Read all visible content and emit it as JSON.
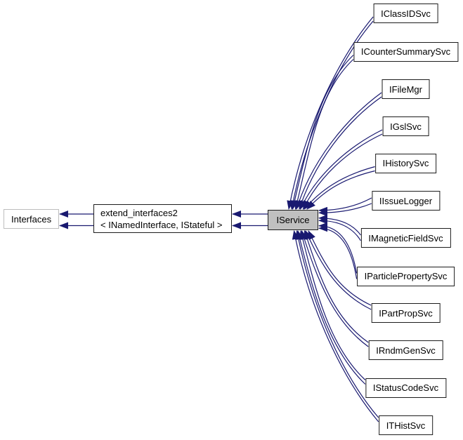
{
  "diagram": {
    "background_color": "#ffffff",
    "edge_color": "#191970",
    "selected_node_fill": "#c0c0c0",
    "nodes": {
      "interfaces": {
        "label": "Interfaces",
        "border": "#bdbdbd",
        "fill": "#ffffff"
      },
      "extend_interfaces2": {
        "line1": "extend_interfaces2",
        "line2": "< INamedInterface, IStateful >",
        "border": "#1c1c1c",
        "fill": "#ffffff"
      },
      "iservice": {
        "label": "IService",
        "border": "#1c1c1c",
        "fill": "#c0c0c0"
      },
      "derived": [
        {
          "label": "IClassIDSvc"
        },
        {
          "label": "ICounterSummarySvc"
        },
        {
          "label": "IFileMgr"
        },
        {
          "label": "IGslSvc"
        },
        {
          "label": "IHistorySvc"
        },
        {
          "label": "IIssueLogger"
        },
        {
          "label": "IMagneticFieldSvc"
        },
        {
          "label": "IParticlePropertySvc"
        },
        {
          "label": "IPartPropSvc"
        },
        {
          "label": "IRndmGenSvc"
        },
        {
          "label": "IStatusCodeSvc"
        },
        {
          "label": "ITHistSvc"
        }
      ]
    }
  }
}
